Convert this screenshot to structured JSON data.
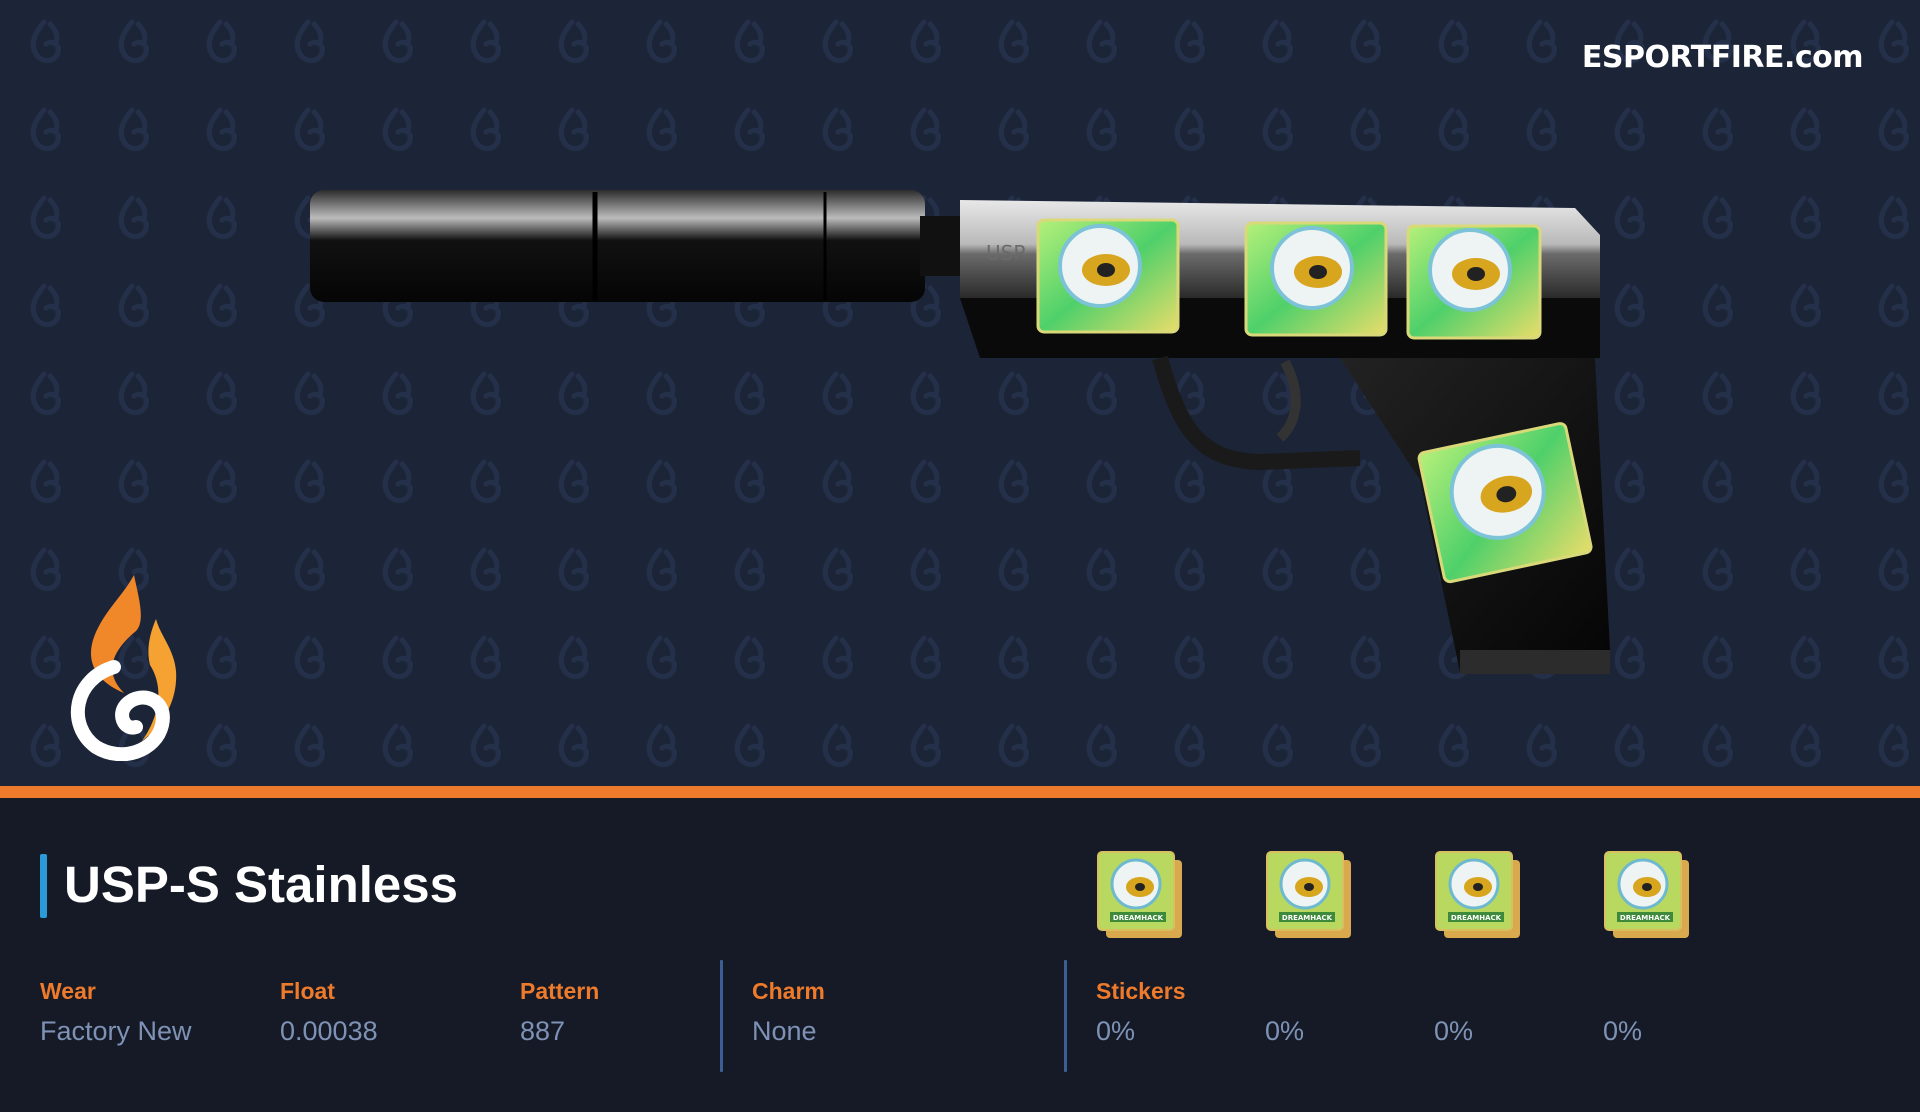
{
  "brand": "ESPORTFIRE.com",
  "item": {
    "name": "USP-S Stainless",
    "weapon_marking": "USP"
  },
  "stats": [
    {
      "label": "Wear",
      "value": "Factory New"
    },
    {
      "label": "Float",
      "value": "0.00038"
    },
    {
      "label": "Pattern",
      "value": "887"
    },
    {
      "label": "Charm",
      "value": "None"
    }
  ],
  "stickers": {
    "label": "Stickers",
    "items": [
      {
        "wear": "0%",
        "icon": "team-dignitas-dreamhack-sticker-icon",
        "text": "DREAMHACK"
      },
      {
        "wear": "0%",
        "icon": "team-dignitas-dreamhack-sticker-icon",
        "text": "DREAMHACK"
      },
      {
        "wear": "0%",
        "icon": "team-dignitas-dreamhack-sticker-icon",
        "text": "DREAMHACK"
      },
      {
        "wear": "0%",
        "icon": "team-dignitas-dreamhack-sticker-icon",
        "text": "DREAMHACK"
      }
    ]
  },
  "colors": {
    "accent": "#ee7a2b",
    "title_bar": "#2b9bd8",
    "value_text": "#7e92b6",
    "panel_bg": "#151a26",
    "hero_bg": "#1c2538"
  }
}
